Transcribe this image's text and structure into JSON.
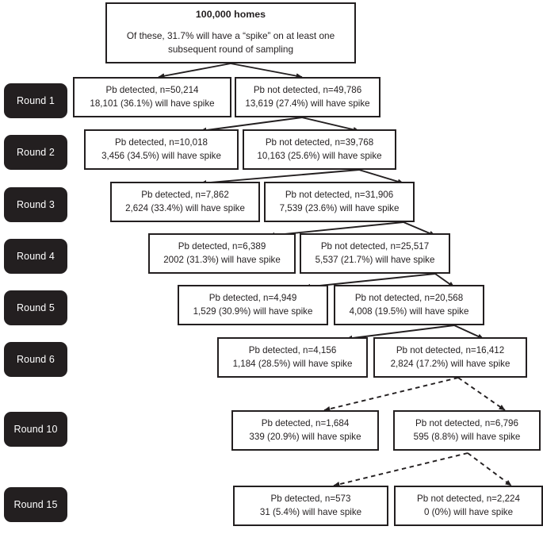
{
  "figure": {
    "kind": "flowchart",
    "orientation": "top-down",
    "solid_edge_color": "#231f20",
    "dashed_edge_color": "#231f20",
    "box_border_color": "#231f20",
    "pill_fill_color": "#231f20",
    "pill_text_color": "#ffffff",
    "background_color": "#ffffff"
  },
  "root": {
    "title": "100,000 homes",
    "subtitle": "Of these, 31.7% will have a “spike” on at least one subsequent round of sampling"
  },
  "rounds": [
    {
      "label": "Round 1",
      "detected": {
        "line1": "Pb detected, n=50,214",
        "line2": "18,101 (36.1%) will have spike",
        "n": 50214,
        "spike_count": 18101,
        "spike_pct": "36.1%"
      },
      "not_detected": {
        "line1": "Pb not detected, n=49,786",
        "line2": "13,619 (27.4%) will have spike",
        "n": 49786,
        "spike_count": 13619,
        "spike_pct": "27.4%"
      }
    },
    {
      "label": "Round 2",
      "detected": {
        "line1": "Pb detected, n=10,018",
        "line2": "3,456 (34.5%) will have spike",
        "n": 10018,
        "spike_count": 3456,
        "spike_pct": "34.5%"
      },
      "not_detected": {
        "line1": "Pb not detected, n=39,768",
        "line2": "10,163 (25.6%) will have spike",
        "n": 39768,
        "spike_count": 10163,
        "spike_pct": "25.6%"
      }
    },
    {
      "label": "Round 3",
      "detected": {
        "line1": "Pb detected, n=7,862",
        "line2": "2,624 (33.4%) will have spike",
        "n": 7862,
        "spike_count": 2624,
        "spike_pct": "33.4%"
      },
      "not_detected": {
        "line1": "Pb not detected, n=31,906",
        "line2": "7,539 (23.6%) will have spike",
        "n": 31906,
        "spike_count": 7539,
        "spike_pct": "23.6%"
      }
    },
    {
      "label": "Round 4",
      "detected": {
        "line1": "Pb detected, n=6,389",
        "line2": "2002 (31.3%) will have spike",
        "n": 6389,
        "spike_count": 2002,
        "spike_pct": "31.3%"
      },
      "not_detected": {
        "line1": "Pb not detected, n=25,517",
        "line2": "5,537 (21.7%) will have spike",
        "n": 25517,
        "spike_count": 5537,
        "spike_pct": "21.7%"
      }
    },
    {
      "label": "Round 5",
      "detected": {
        "line1": "Pb detected, n=4,949",
        "line2": "1,529 (30.9%) will have spike",
        "n": 4949,
        "spike_count": 1529,
        "spike_pct": "30.9%"
      },
      "not_detected": {
        "line1": "Pb not detected, n=20,568",
        "line2": "4,008 (19.5%) will have spike",
        "n": 20568,
        "spike_count": 4008,
        "spike_pct": "19.5%"
      }
    },
    {
      "label": "Round 6",
      "detected": {
        "line1": "Pb detected, n=4,156",
        "line2": "1,184 (28.5%) will have spike",
        "n": 4156,
        "spike_count": 1184,
        "spike_pct": "28.5%"
      },
      "not_detected": {
        "line1": "Pb not detected, n=16,412",
        "line2": "2,824 (17.2%) will have spike",
        "n": 16412,
        "spike_count": 2824,
        "spike_pct": "17.2%"
      }
    },
    {
      "label": "Round 10",
      "detected": {
        "line1": "Pb detected, n=1,684",
        "line2": "339 (20.9%) will have spike",
        "n": 1684,
        "spike_count": 339,
        "spike_pct": "20.9%"
      },
      "not_detected": {
        "line1": "Pb not detected, n=6,796",
        "line2": "595 (8.8%) will have spike",
        "n": 6796,
        "spike_count": 595,
        "spike_pct": "8.8%"
      }
    },
    {
      "label": "Round 15",
      "detected": {
        "line1": "Pb detected, n=573",
        "line2": "31 (5.4%) will have spike",
        "n": 573,
        "spike_count": 31,
        "spike_pct": "5.4%"
      },
      "not_detected": {
        "line1": "Pb not detected, n=2,224",
        "line2": "0 (0%) will have spike",
        "n": 2224,
        "spike_count": 0,
        "spike_pct": "0%"
      }
    }
  ],
  "edges": [
    {
      "from": "root",
      "to": "round-1-detected",
      "style": "solid"
    },
    {
      "from": "root",
      "to": "round-1-not-detected",
      "style": "solid"
    },
    {
      "from": "round-1-not-detected",
      "to": "round-2-detected",
      "style": "solid"
    },
    {
      "from": "round-1-not-detected",
      "to": "round-2-not-detected",
      "style": "solid"
    },
    {
      "from": "round-2-not-detected",
      "to": "round-3-detected",
      "style": "solid"
    },
    {
      "from": "round-2-not-detected",
      "to": "round-3-not-detected",
      "style": "solid"
    },
    {
      "from": "round-3-not-detected",
      "to": "round-4-detected",
      "style": "solid"
    },
    {
      "from": "round-3-not-detected",
      "to": "round-4-not-detected",
      "style": "solid"
    },
    {
      "from": "round-4-not-detected",
      "to": "round-5-detected",
      "style": "solid"
    },
    {
      "from": "round-4-not-detected",
      "to": "round-5-not-detected",
      "style": "solid"
    },
    {
      "from": "round-5-not-detected",
      "to": "round-6-detected",
      "style": "solid"
    },
    {
      "from": "round-5-not-detected",
      "to": "round-6-not-detected",
      "style": "solid"
    },
    {
      "from": "round-6-not-detected",
      "to": "round-10-detected",
      "style": "dashed"
    },
    {
      "from": "round-6-not-detected",
      "to": "round-10-not-detected",
      "style": "dashed"
    },
    {
      "from": "round-10-not-detected",
      "to": "round-15-detected",
      "style": "dashed"
    },
    {
      "from": "round-10-not-detected",
      "to": "round-15-not-detected",
      "style": "dashed"
    }
  ]
}
